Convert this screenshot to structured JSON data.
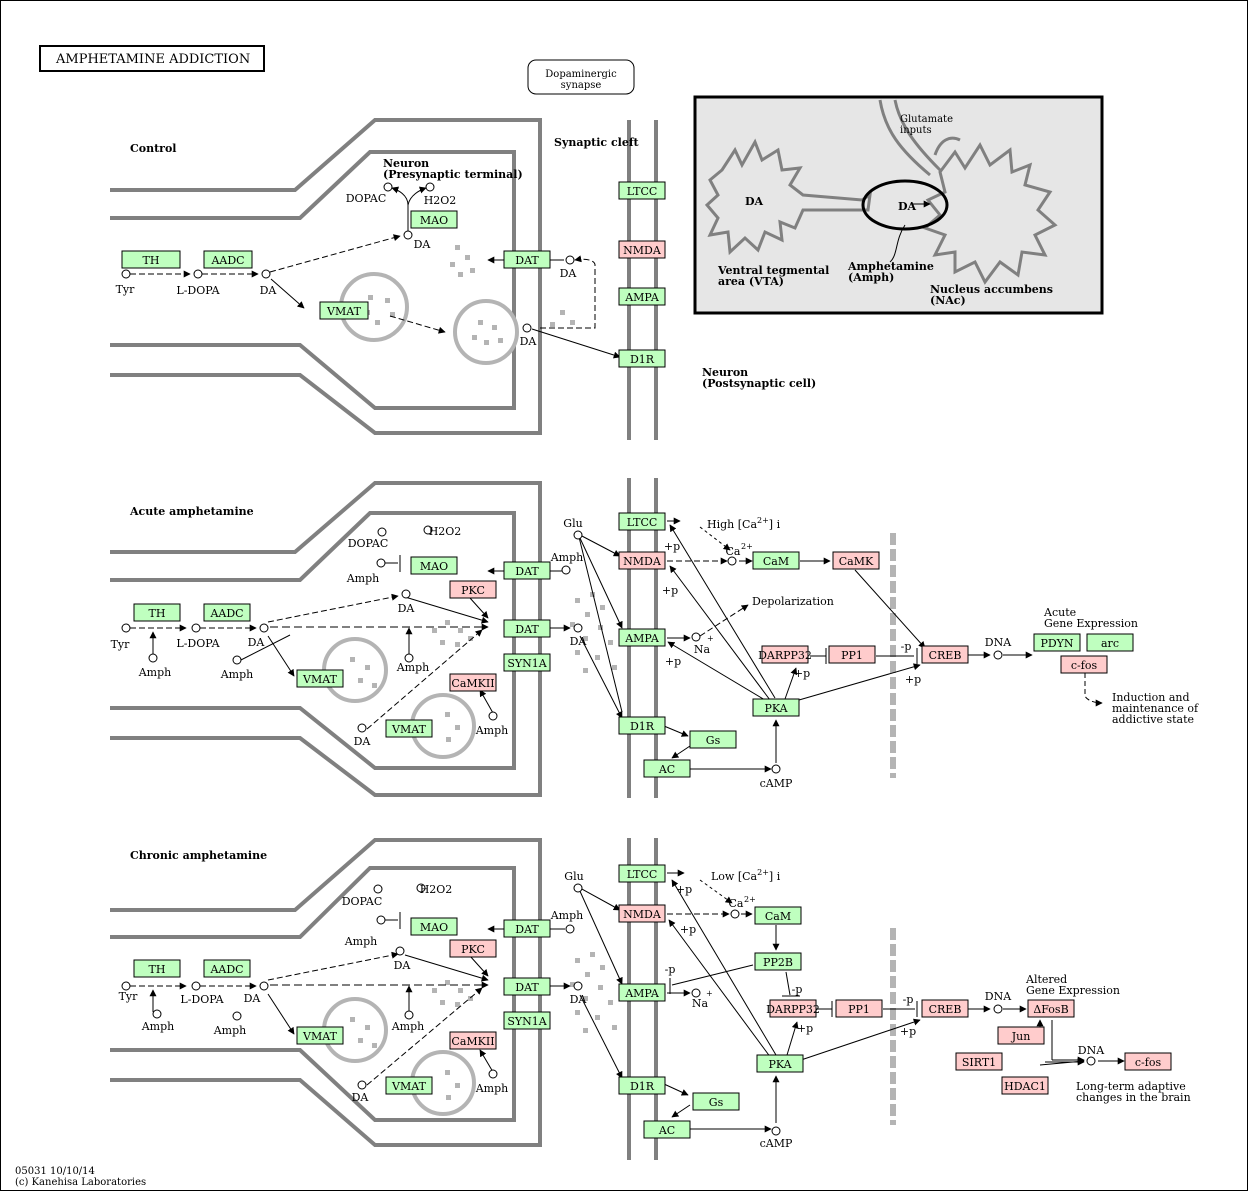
{
  "title": "AMPHETAMINE  ADDICTION",
  "dopaminergic_synapse": [
    "Dopaminergic",
    "synapse"
  ],
  "footer": [
    "05031 10/10/14",
    "(c) Kanehisa Laboratories"
  ],
  "colors": {
    "green": "#bfffbf",
    "pink": "#ffcccc",
    "grey": "#808080",
    "light_grey": "#b4b4b4",
    "inset_bg": "#e6e6e6"
  },
  "panels": {
    "control": {
      "title": "Control",
      "neuron_label": [
        "Neuron",
        "(Presynaptic terminal)"
      ],
      "synaptic_cleft": "Synaptic cleft",
      "postsynaptic": [
        "Neuron",
        "(Postsynaptic cell)"
      ]
    },
    "acute": {
      "title": "Acute amphetamine",
      "high_ca": "High [Ca",
      "high_ca_sup": "2+",
      "high_ca_sub": "] i",
      "depolarization": "Depolarization",
      "acute_expr": [
        "Acute",
        "Gene Expression"
      ],
      "induction": [
        "Induction and",
        "maintenance of",
        "addictive state"
      ]
    },
    "chronic": {
      "title": "Chronic amphetamine",
      "low_ca": "Low [Ca",
      "low_ca_sup": "2+",
      "low_ca_sub": "] i",
      "altered_expr": [
        "Altered",
        "Gene Expression"
      ],
      "long_term": [
        "Long-term adaptive",
        "changes in the brain"
      ]
    }
  },
  "inset": {
    "da": "DA",
    "glutamate": [
      "Glutamate",
      "inputs"
    ],
    "da2": "DA",
    "vta": [
      "Ventral tegmental",
      "area (VTA)"
    ],
    "amph": [
      "Amphetamine",
      "(Amph)"
    ],
    "nac": [
      "Nucleus accumbens",
      "(NAc)"
    ]
  },
  "genes": {
    "TH": "TH",
    "AADC": "AADC",
    "MAO": "MAO",
    "VMAT": "VMAT",
    "DAT": "DAT",
    "LTCC": "LTCC",
    "NMDA": "NMDA",
    "AMPA": "AMPA",
    "D1R": "D1R",
    "PKC": "PKC",
    "SYN1A": "SYN1A",
    "CaMKII": "CaMKII",
    "CaM": "CaM",
    "CaMK": "CaMK",
    "DARPP32": "DARPP32",
    "PP1": "PP1",
    "CREB": "CREB",
    "PDYN": "PDYN",
    "arc": "arc",
    "cfos": "c-fos",
    "PKA": "PKA",
    "Gs": "Gs",
    "AC": "AC",
    "PP2B": "PP2B",
    "dFosB": "ΔFosB",
    "Jun": "Jun",
    "SIRT1": "SIRT1",
    "HDAC1": "HDAC1"
  },
  "compounds": {
    "Tyr": "Tyr",
    "LDOPA": "L-DOPA",
    "DA": "DA",
    "DOPAC": "DOPAC",
    "H2O2": "H2O2",
    "Amph": "Amph",
    "Glu": "Glu",
    "Ca": "Ca",
    "Ca_sup": "2+",
    "Na": "Na",
    "Na_sup": "+",
    "cAMP": "cAMP",
    "DNA": "DNA"
  },
  "signs": {
    "plus_p": "+p",
    "minus_p": "-p"
  }
}
